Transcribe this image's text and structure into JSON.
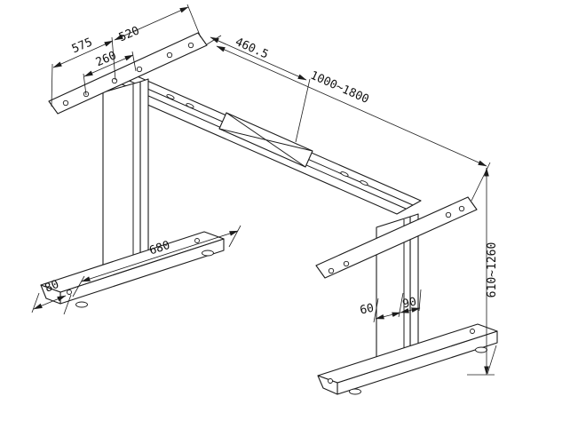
{
  "colors": {
    "line": "#1c1c1c",
    "background": "#ffffff"
  },
  "dimensions": {
    "plate_span": "575",
    "plate_outer_holes": "520",
    "plate_inner_holes": "260",
    "beam_half_length": "460.5",
    "beam_length_range": "1000~1800",
    "foot_length": "680",
    "foot_width": "80",
    "column_width": "60",
    "column_depth": "90",
    "height_range": "610~1260"
  }
}
